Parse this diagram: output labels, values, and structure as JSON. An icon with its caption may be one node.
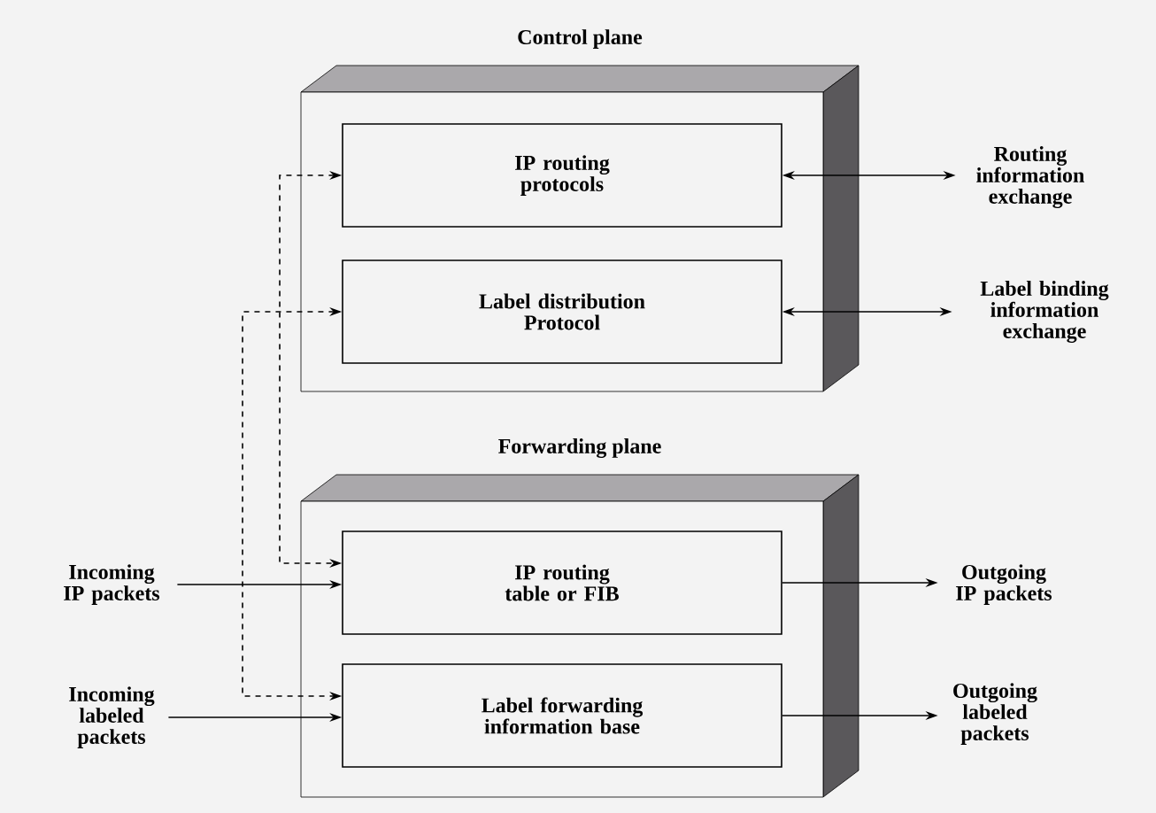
{
  "diagram": {
    "nodes": [
      {
        "text": [
          "Control plane"
        ]
      },
      {
        "text": [
          "IP routing protocols"
        ],
        "in": 0
      },
      {
        "text": [
          "Label distribution Protocol"
        ],
        "in": 0
      },
      {
        "text": [
          "Forwarding plane"
        ]
      },
      {
        "text": [
          "IP routing table or FIB"
        ],
        "in": 3
      },
      {
        "text": [
          "Label forwarding information base"
        ],
        "in": 3
      },
      {
        "text": [
          "Routing information exchange"
        ]
      },
      {
        "text": [
          "Label binding information exchange"
        ]
      },
      {
        "text": [
          "Incoming IP packets"
        ]
      },
      {
        "text": [
          "Incoming labeled packets"
        ]
      },
      {
        "text": [
          "Outgoing IP packets"
        ]
      },
      {
        "text": [
          "Outgoing labeled packets"
        ]
      }
    ],
    "edges": [
      {
        "from": 1,
        "to": 6,
        "arrow": "both"
      },
      {
        "from": 2,
        "to": 7,
        "arrow": "both"
      },
      {
        "from": 1,
        "to": 4,
        "arrow": "both",
        "style": "dashed"
      },
      {
        "from": 2,
        "to": 5,
        "arrow": "both",
        "style": "dashed"
      },
      {
        "from": 8,
        "to": 4,
        "arrow": "to"
      },
      {
        "from": 9,
        "to": 5,
        "arrow": "to"
      },
      {
        "from": 4,
        "to": 10,
        "arrow": "to"
      },
      {
        "from": 5,
        "to": 11,
        "arrow": "to"
      }
    ]
  }
}
